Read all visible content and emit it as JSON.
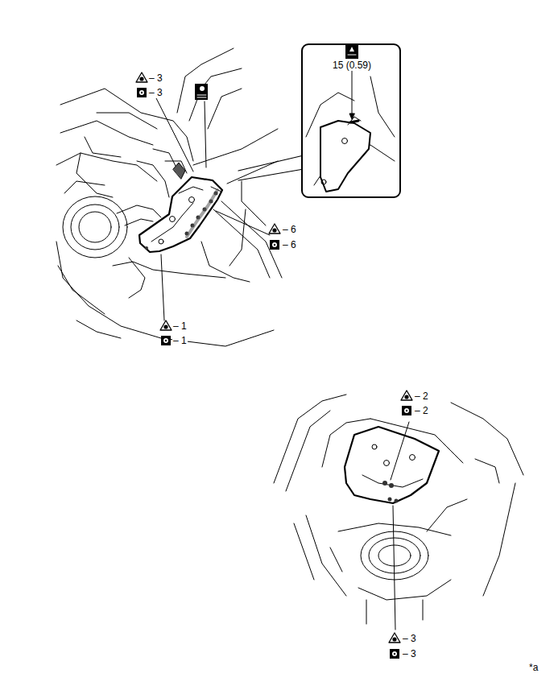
{
  "diagram": {
    "labels": [
      "– 3",
      "– 3",
      "15 (0.59)",
      "– 6",
      "– 6",
      "– 1",
      "– 1",
      "– 2",
      "– 2",
      "– 3",
      "– 3",
      "*a"
    ]
  }
}
